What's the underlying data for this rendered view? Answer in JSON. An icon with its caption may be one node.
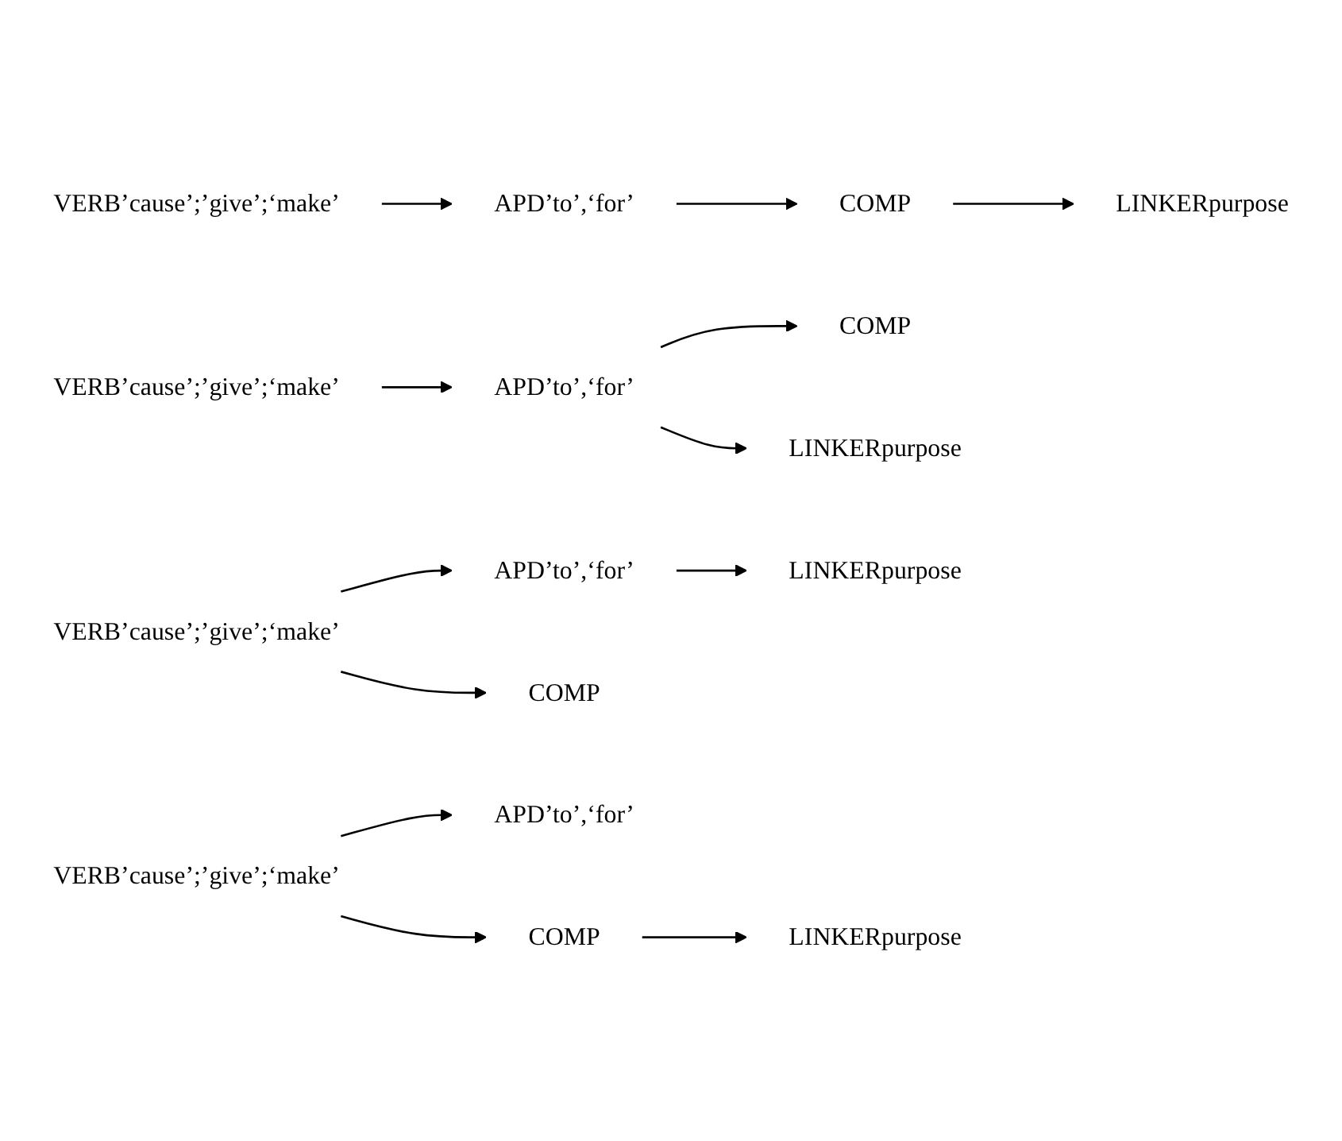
{
  "diagram": {
    "nodes": [
      {
        "text": [
          "VERB’cause’;’give’;‘make’"
        ]
      },
      {
        "text": [
          "APD’to’,‘for’"
        ]
      },
      {
        "text": [
          "COMP"
        ]
      },
      {
        "text": [
          "LINKERpurpose"
        ]
      },
      {
        "text": [
          "VERB’cause’;’give’;‘make’"
        ]
      },
      {
        "text": [
          "APD’to’,‘for’"
        ]
      },
      {
        "text": [
          "COMP"
        ]
      },
      {
        "text": [
          "LINKERpurpose"
        ]
      },
      {
        "text": [
          "APD’to’,‘for’"
        ]
      },
      {
        "text": [
          "LINKERpurpose"
        ]
      },
      {
        "text": [
          "VERB’cause’;’give’;‘make’"
        ]
      },
      {
        "text": [
          "COMP"
        ]
      },
      {
        "text": [
          "APD’to’,‘for’"
        ]
      },
      {
        "text": [
          "VERB’cause’;’give’;‘make’"
        ]
      },
      {
        "text": [
          "COMP"
        ]
      },
      {
        "text": [
          "LINKERpurpose"
        ]
      }
    ],
    "edges": [
      {
        "from": 0,
        "to": 1,
        "arrow": "to"
      },
      {
        "from": 1,
        "to": 2,
        "arrow": "to"
      },
      {
        "from": 2,
        "to": 3,
        "arrow": "to"
      },
      {
        "from": 4,
        "to": 5,
        "arrow": "to"
      },
      {
        "from": 5,
        "to": 6,
        "arrow": "to"
      },
      {
        "from": 5,
        "to": 7,
        "arrow": "to"
      },
      {
        "from": 10,
        "to": 8,
        "arrow": "to"
      },
      {
        "from": 10,
        "to": 11,
        "arrow": "to"
      },
      {
        "from": 8,
        "to": 9,
        "arrow": "to"
      },
      {
        "from": 13,
        "to": 12,
        "arrow": "to"
      },
      {
        "from": 13,
        "to": 14,
        "arrow": "to"
      },
      {
        "from": 14,
        "to": 15,
        "arrow": "to"
      }
    ]
  }
}
